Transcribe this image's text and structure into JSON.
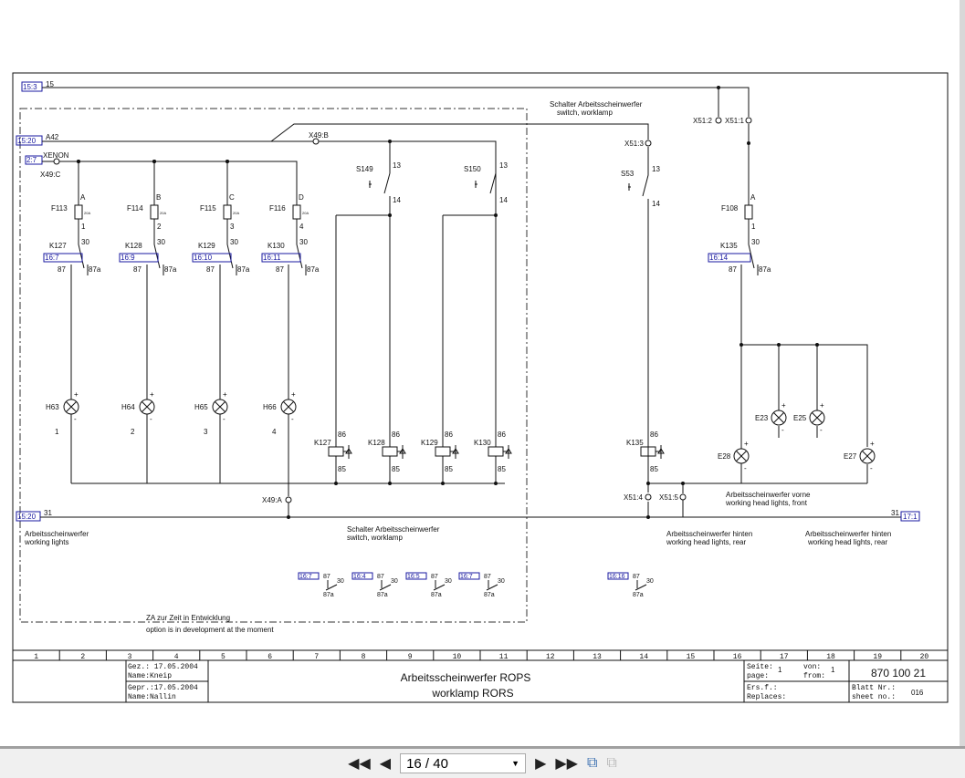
{
  "sheet": {
    "refs": {
      "r15_3": "15:3",
      "r15_20": "15:20",
      "r2_7": "2:7",
      "r15_20b": "15:20",
      "r17_1": "17:1",
      "k127": "16:7",
      "k128": "16:9",
      "k129": "16:10",
      "k130": "16:11",
      "k135": "16:14"
    },
    "nets": {
      "n15": "15",
      "a42": "A42",
      "xenon": "XENON",
      "n31": "31",
      "n31r": "31"
    },
    "connectors": {
      "x49c": "X49:C",
      "x49b": "X49:B",
      "x49a": "X49:A",
      "x51_1": "X51:1",
      "x51_2": "X51:2",
      "x51_3": "X51:3",
      "x51_4": "X51:4",
      "x51_5": "X51:5"
    },
    "fuses": [
      {
        "name": "F113",
        "letter": "A",
        "num": "1",
        "rating": "20A"
      },
      {
        "name": "F114",
        "letter": "B",
        "num": "2",
        "rating": "20A"
      },
      {
        "name": "F115",
        "letter": "C",
        "num": "3",
        "rating": "20A"
      },
      {
        "name": "F116",
        "letter": "D",
        "num": "4",
        "rating": "20A"
      }
    ],
    "fuse_f108": {
      "name": "F108",
      "letter": "A",
      "num": "1"
    },
    "relays": [
      "K127",
      "K128",
      "K129",
      "K130",
      "K135"
    ],
    "pins": {
      "p30": "30",
      "p87": "87",
      "p87a": "87a",
      "p86": "86",
      "p85": "85",
      "p13": "13",
      "p14": "14",
      "plus": "+",
      "minus": "-"
    },
    "lamps": [
      {
        "name": "H63",
        "num": "1"
      },
      {
        "name": "H64",
        "num": "2"
      },
      {
        "name": "H65",
        "num": "3"
      },
      {
        "name": "H66",
        "num": "4"
      }
    ],
    "switches": [
      "S149",
      "S150",
      "S53"
    ],
    "headlights": [
      "E28",
      "E23",
      "E25",
      "E27"
    ],
    "captions": {
      "switch_de": "Schalter Arbeitsscheinwerfer",
      "switch_en": "switch, worklamp",
      "switch2_de": "Schalter Arbeitsscheinwerfer",
      "switch2_en": "switch, worklamp",
      "working_de": "Arbeitsscheinwerfer",
      "working_en": "working lights",
      "front_de": "Arbeitsscheinwerfer vorne",
      "front_en": "working head lights, front",
      "rear1_de": "Arbeitsscheinwerfer hinten",
      "rear1_en": "working head lights, rear",
      "rear2_de": "Arbeitsscheinwerfer hinten",
      "rear2_en": "working head lights, rear",
      "dev_de": "ZA zur Zeit in Entwicklung",
      "dev_en": "option is in development at the moment"
    },
    "contact_refs": [
      "16:7",
      "16:4",
      "16:5",
      "16:7",
      "16:16"
    ],
    "columns": [
      "1",
      "2",
      "3",
      "4",
      "5",
      "6",
      "7",
      "8",
      "9",
      "10",
      "11",
      "12",
      "13",
      "14",
      "15",
      "16",
      "17",
      "18",
      "19",
      "20"
    ],
    "title_block": {
      "drawn": "Gez.: 17.05.2004",
      "drawn_name": "Name:Kneip",
      "checked": "Gepr.:17.05.2004",
      "checked_name": "Name:Nallin",
      "title_de": "Arbeitsscheinwerfer ROPS",
      "title_en": "worklamp RORS",
      "seite": "Seite:",
      "page": "page:",
      "page_num": "1",
      "von": "von:",
      "from": "from:",
      "from_num": "1",
      "ers": "Ers.f.:",
      "replaces": "Replaces:",
      "drawing_no": "870 100 21",
      "blatt": "Blatt Nr.:",
      "sheet_no": "sheet no.:",
      "sheet_val": "016"
    }
  },
  "toolbar": {
    "page_indicator": "16 / 40"
  }
}
